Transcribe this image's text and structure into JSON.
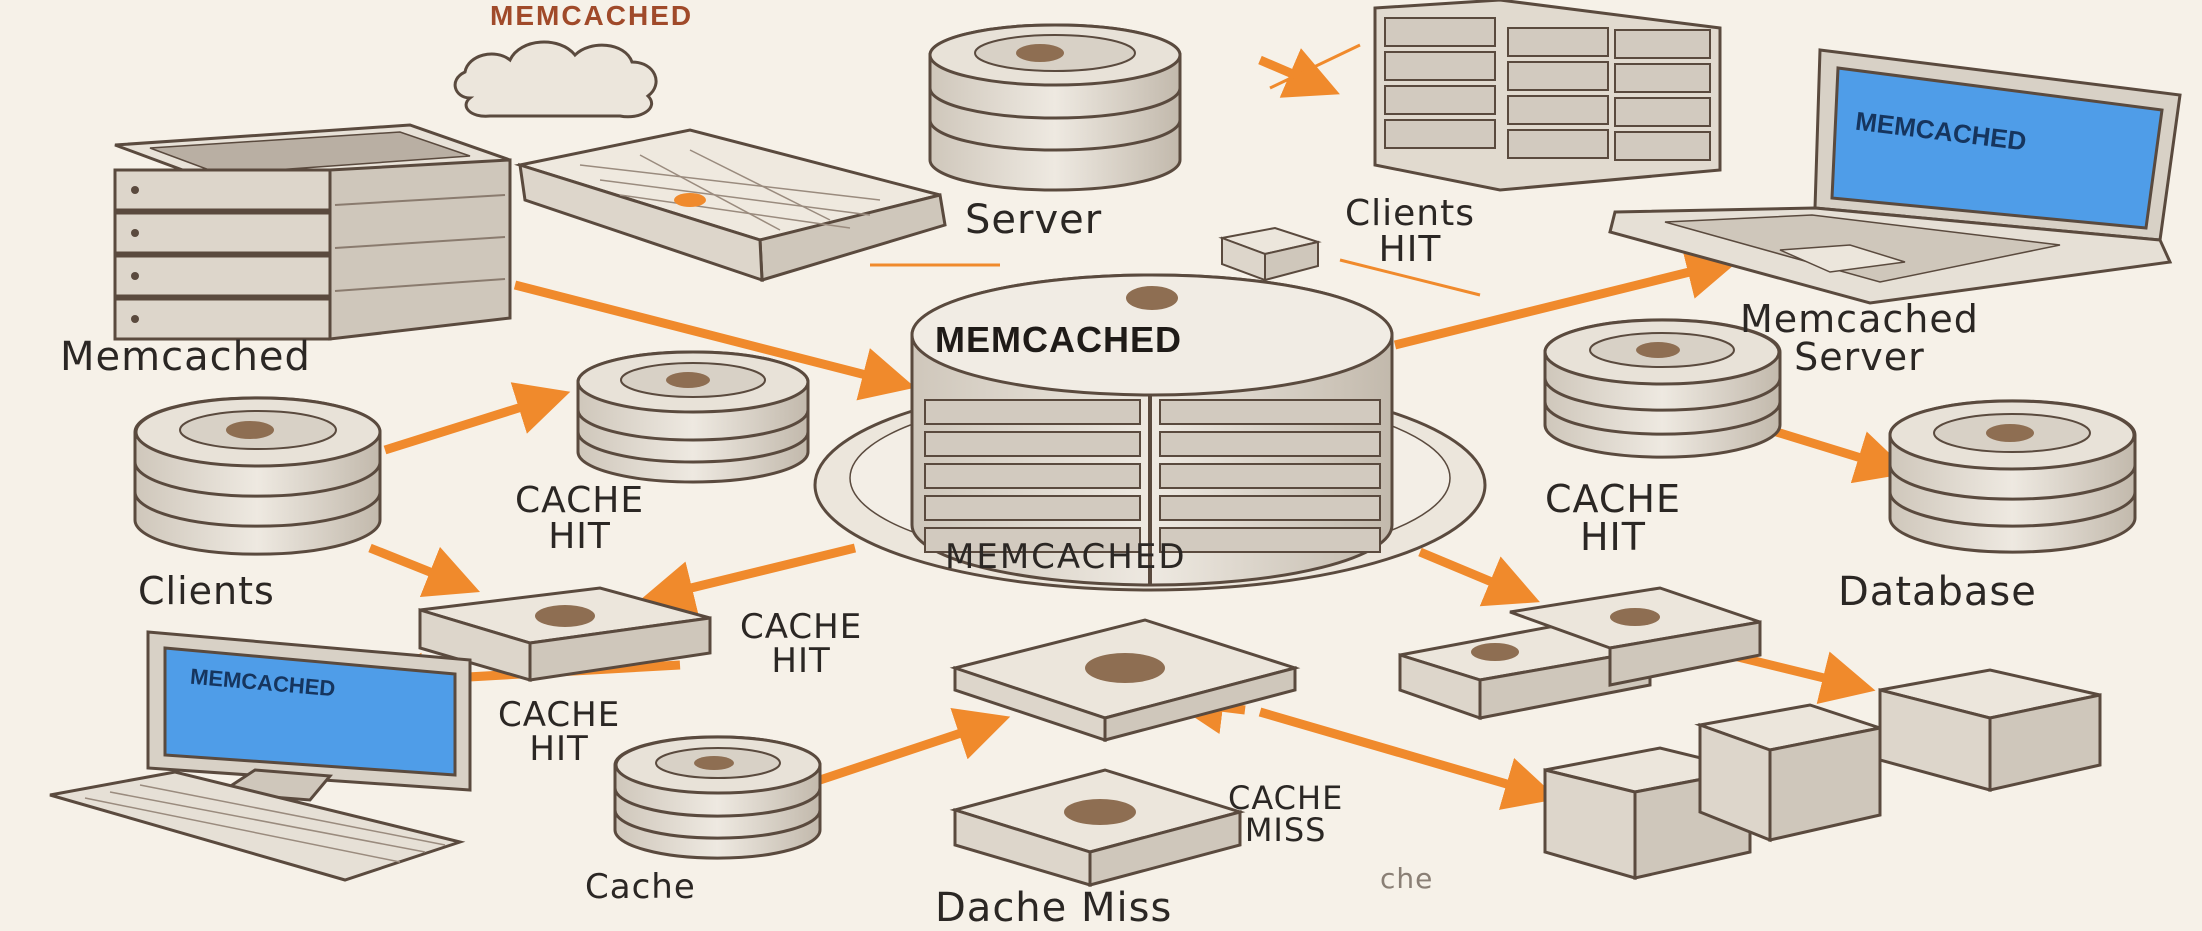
{
  "colors": {
    "background": "#f6f1e8",
    "arrow": "#f08a2c",
    "stroke": "#5a4a3e",
    "disk_fill": "#e3ddd3",
    "disk_dark": "#b7ad9f",
    "icon_fill": "#8e6e52",
    "screen": "#4f9de8",
    "text": "#2b2724"
  },
  "labels": {
    "top_title": "MEMCACHED",
    "server": "Server",
    "clients_hit": "Clients\nHIT",
    "laptop_screen": "MEMCACHED",
    "memcached_left": "Memcached",
    "center_brand": "MEMCACHED",
    "memcached_server": "Memcached\nServer",
    "cache_hit_1": "CACHE\nHIT",
    "cache_hit_2": "CACHE\nHIT",
    "cache_hit_3": "CACHE\nHIT",
    "cache_hit_4": "CACHE\nHIT",
    "clients": "Clients",
    "center_ring": "MEMCACHED",
    "database": "Database",
    "monitor_screen": "MEMCACHED",
    "cache_miss": "CACHE\nMISS",
    "cache_bottom": "Cache",
    "cache_miss_bottom": "Dache Miss",
    "che_fragment": "che"
  }
}
